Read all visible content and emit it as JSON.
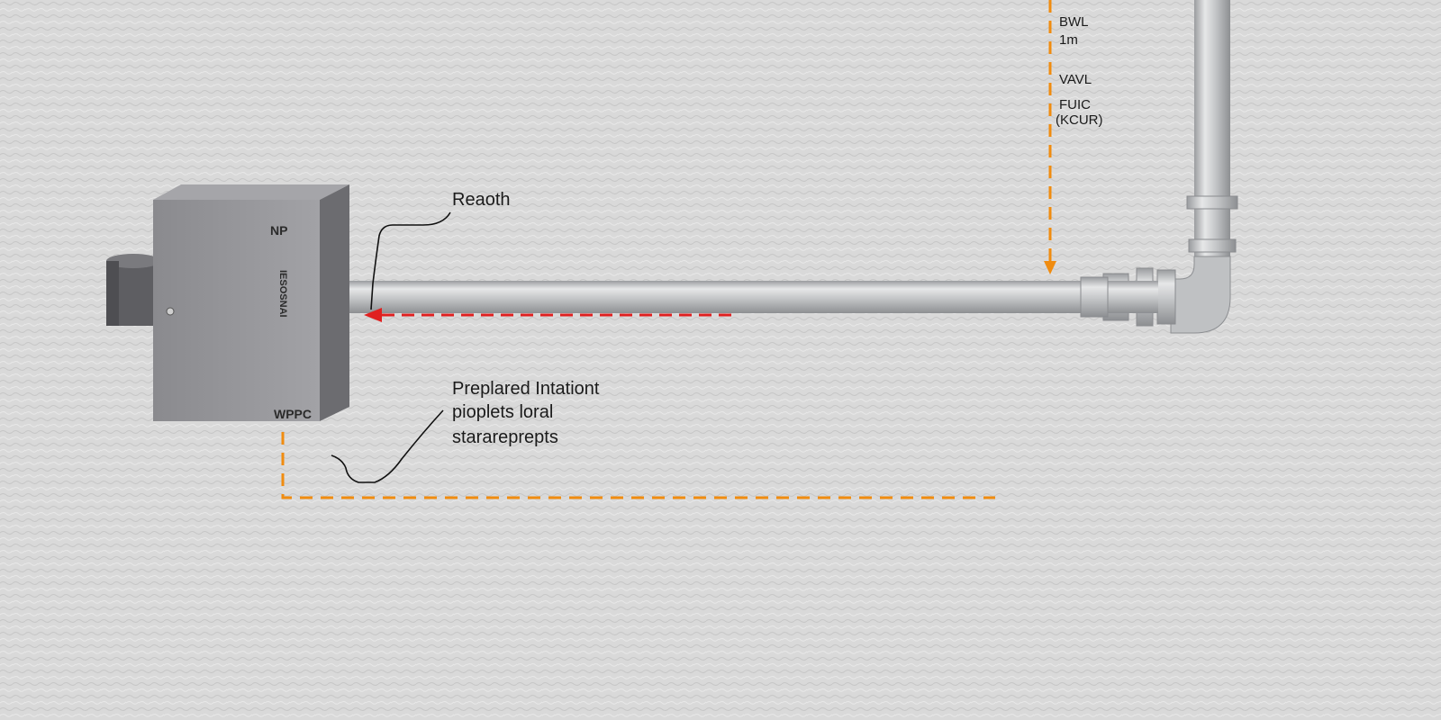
{
  "labels": {
    "reach": "Reaoth",
    "prepared_line1": "Preplared Intationt",
    "prepared_line2": "pioplets loral",
    "prepared_line3": "starareprepts",
    "right_bwl": "BWL",
    "right_1m": "1m",
    "right_vavl": "VAVL",
    "right_fuic": "FUIC",
    "right_kcur": "(KCUR)"
  },
  "box": {
    "code_top": "NP",
    "code_side": "IESOSNAI",
    "code_bottom": "WPPC"
  },
  "colors": {
    "wall": "#d7d7d7",
    "box_front": "#8c8c90",
    "box_side": "#6f6f73",
    "pipe": "#c4c6c8",
    "orange_dash": "#f08c10",
    "red_dash": "#e02020",
    "leader": "#111111"
  }
}
